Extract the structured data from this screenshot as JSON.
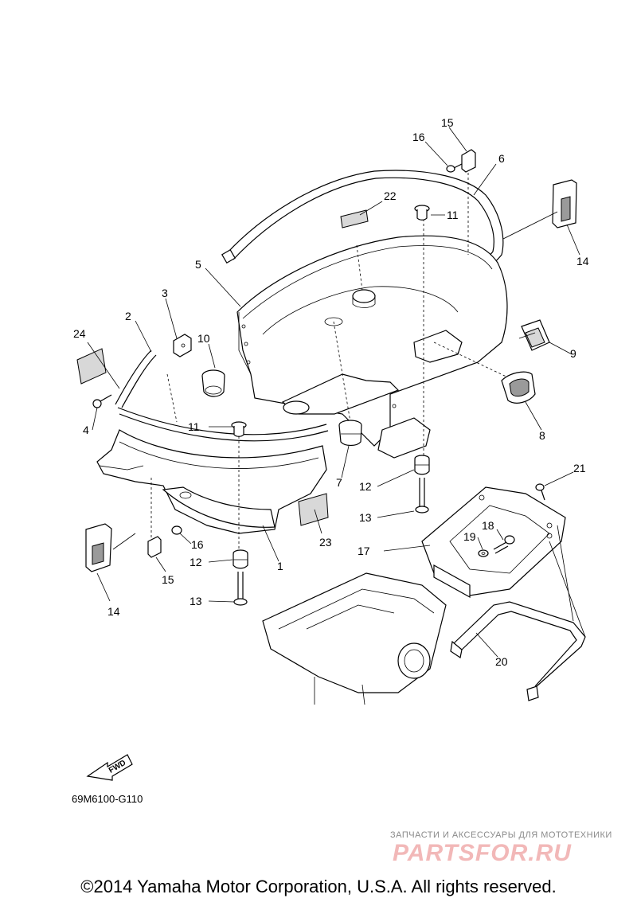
{
  "diagram": {
    "part_labels": {
      "p1": "1",
      "p2": "2",
      "p3": "3",
      "p4": "4",
      "p5": "5",
      "p6": "6",
      "p7": "7",
      "p8": "8",
      "p9": "9",
      "p10": "10",
      "p11a": "11",
      "p11b": "11",
      "p12a": "12",
      "p12b": "12",
      "p13a": "13",
      "p13b": "13",
      "p14a": "14",
      "p14b": "14",
      "p15a": "15",
      "p15b": "15",
      "p16a": "16",
      "p16b": "16",
      "p17": "17",
      "p18": "18",
      "p19": "19",
      "p20": "20",
      "p21": "21",
      "p22": "22",
      "p23": "23",
      "p24": "24"
    },
    "fwd_label": "FWD",
    "drawing_code": "69M6100-G110",
    "copyright": "©2014 Yamaha Motor Corporation, U.S.A. All rights reserved."
  },
  "watermark": {
    "tagline": "ЗАПЧАСТИ И АКСЕССУАРЫ ДЛЯ МОТОТЕХНИКИ",
    "logo_text": "PARTSFOR.RU"
  }
}
